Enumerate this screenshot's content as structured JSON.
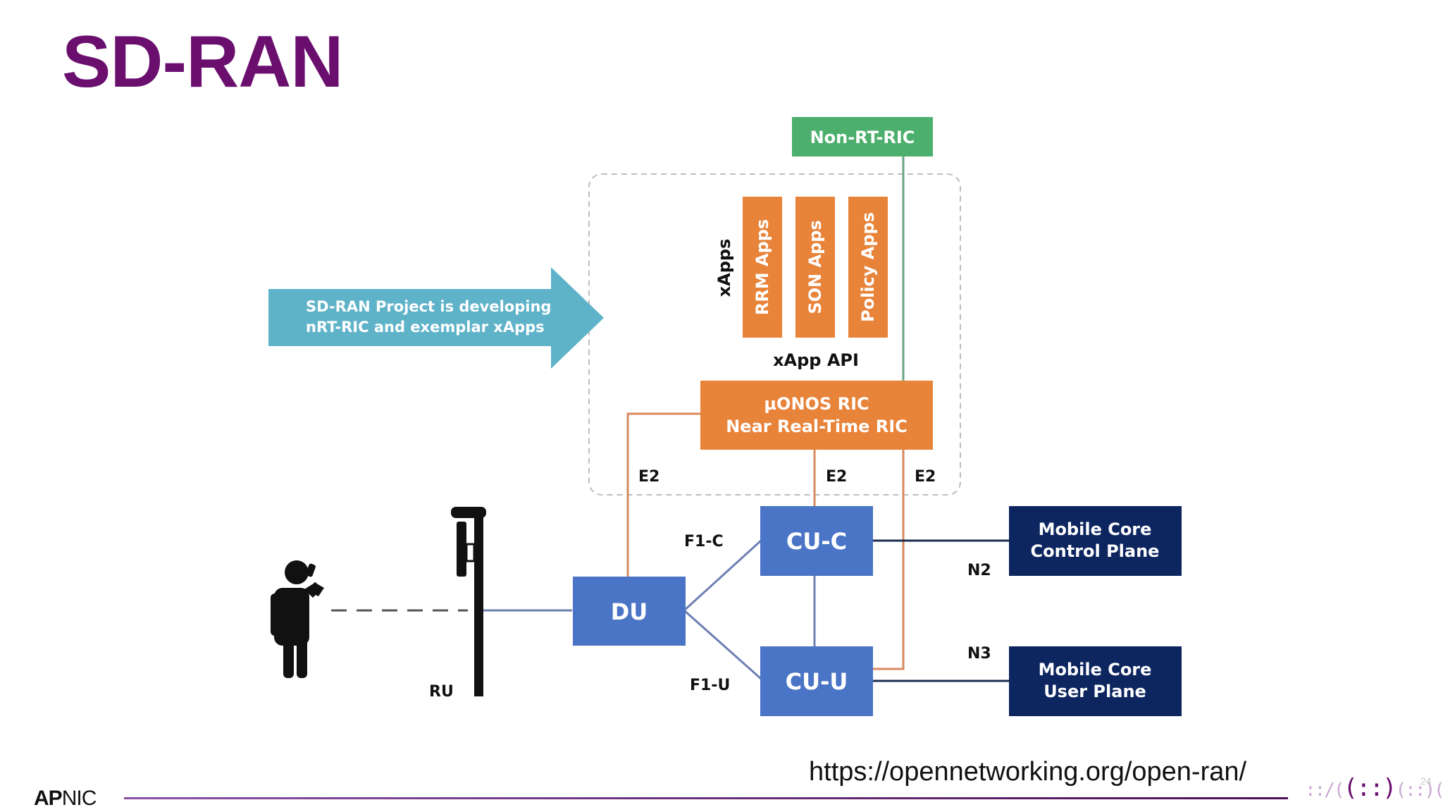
{
  "slide": {
    "title": "SD-RAN",
    "url": "https://opennetworking.org/open-ran/",
    "logo_bold": "AP",
    "logo_rest": "NIC",
    "page_number": "24"
  },
  "diagram": {
    "non_rt_ric": "Non-RT-RIC",
    "xapps_label": "xApps",
    "apps": [
      "RRM Apps",
      "SON Apps",
      "Policy Apps"
    ],
    "xapp_api": "xApp API",
    "ric": {
      "line1": "µONOS RIC",
      "line2": "Near Real-Time RIC"
    },
    "callout": {
      "line1": "SD-RAN Project is developing",
      "line2": "nRT-RIC and exemplar xApps"
    },
    "e2_labels": [
      "E2",
      "E2",
      "E2"
    ],
    "du": "DU",
    "cu_c": "CU-C",
    "cu_u": "CU-U",
    "f1c": "F1-C",
    "f1u": "F1-U",
    "n2": "N2",
    "n3": "N3",
    "ru": "RU",
    "core_control": {
      "line1": "Mobile Core",
      "line2": "Control Plane"
    },
    "core_user": {
      "line1": "Mobile Core",
      "line2": "User Plane"
    },
    "colors": {
      "title": "#6b0f6f",
      "green": "#4caf6d",
      "orange": "#e8833a",
      "blue": "#4a74c5",
      "navy": "#0d2660",
      "cyan": "#5fb3c9"
    }
  }
}
